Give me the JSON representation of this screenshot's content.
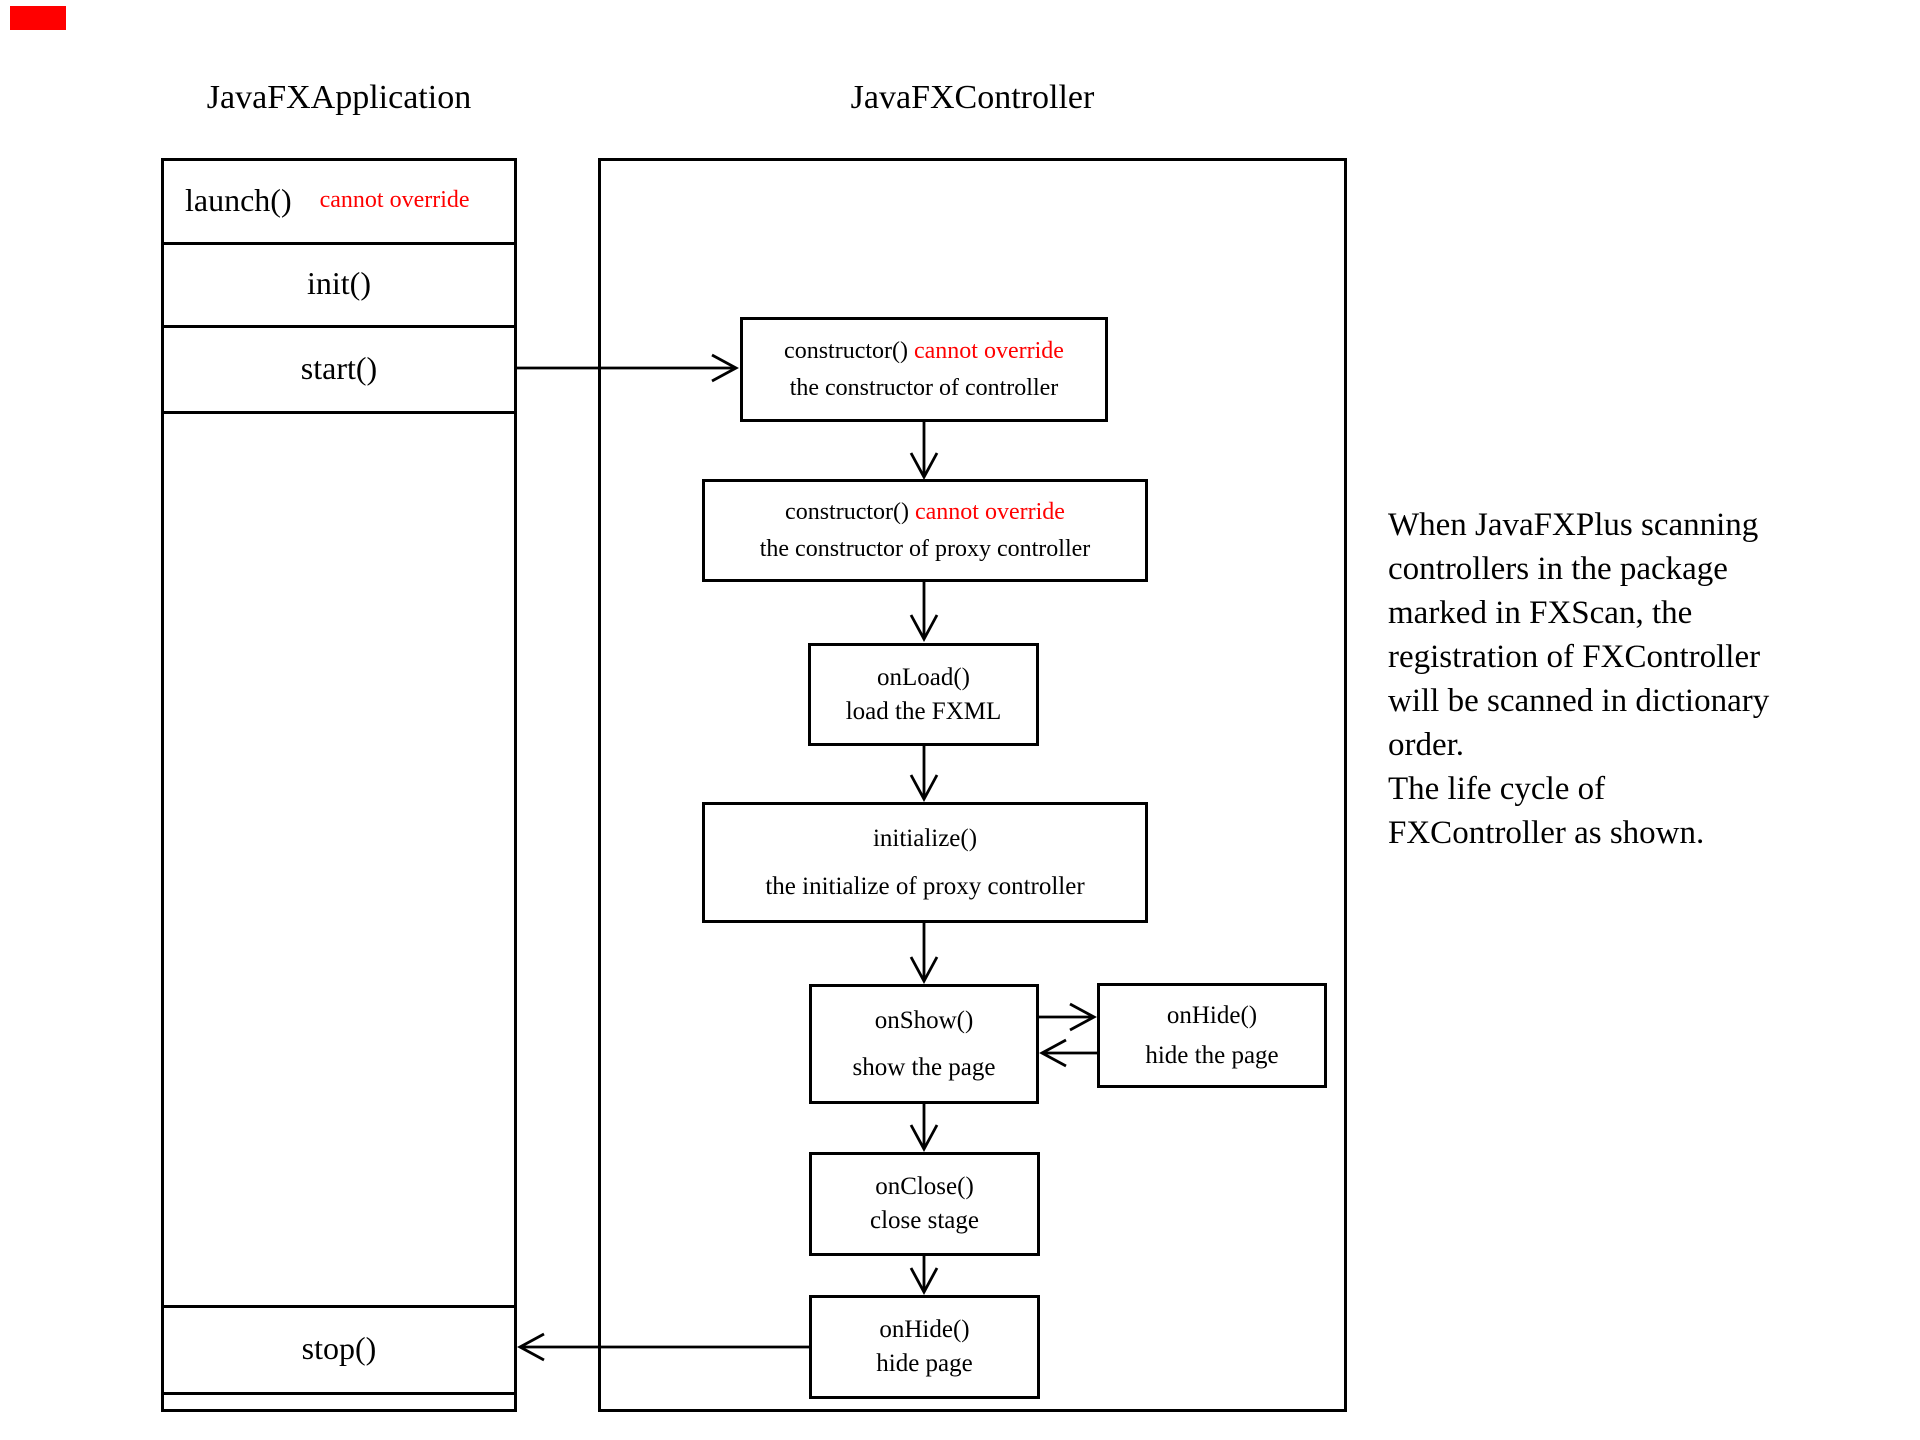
{
  "colors": {
    "accent_red": "#ff0000",
    "line_black": "#000000",
    "background": "#ffffff"
  },
  "titles": {
    "application": "JavaFXApplication",
    "controller": "JavaFXController"
  },
  "application_box": {
    "rows": [
      {
        "label": "launch()",
        "note": "cannot override"
      },
      {
        "label": "init()"
      },
      {
        "label": "start()"
      },
      {
        "label": "stop()"
      }
    ]
  },
  "controller_flow": {
    "boxes": [
      {
        "title": "constructor()",
        "note": "cannot override",
        "subtitle": "the constructor of controller"
      },
      {
        "title": "constructor()",
        "note": "cannot override",
        "subtitle": "the constructor of proxy controller"
      },
      {
        "title": "onLoad()",
        "subtitle": "load the FXML"
      },
      {
        "title": "initialize()",
        "subtitle": "the initialize of proxy controller"
      },
      {
        "title": "onShow()",
        "subtitle": "show the page"
      },
      {
        "title": "onHide()",
        "subtitle": "hide the page"
      },
      {
        "title": "onClose()",
        "subtitle": "close stage"
      },
      {
        "title": "onHide()",
        "subtitle": "hide page"
      }
    ]
  },
  "side_note": {
    "lines": [
      "When JavaFXPlus scanning",
      "controllers in the package",
      "marked in FXScan, the",
      "registration of FXController",
      "will be scanned in dictionary",
      "order.",
      "The life cycle of",
      "FXController as shown."
    ]
  }
}
